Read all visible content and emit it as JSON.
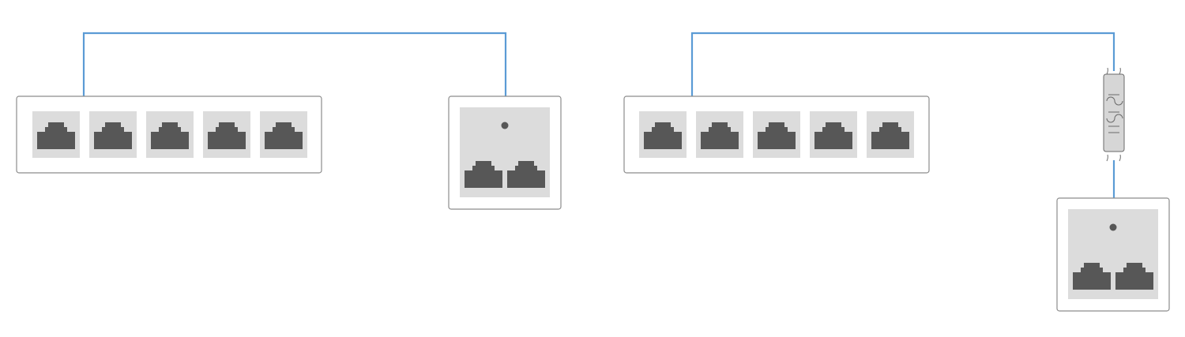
{
  "colors": {
    "cable": "#5b9bd5",
    "device_border": "#8c8c8c",
    "port_cell": "#dcdcdc",
    "jack": "#575757"
  },
  "left_setup": {
    "switch": {
      "port_count": 5
    },
    "wall_plate": {
      "port_count": 2,
      "indicator": "led-dot"
    },
    "connection": "direct-cable"
  },
  "right_setup": {
    "switch": {
      "port_count": 5
    },
    "inline_component": "cable-coupler",
    "wall_plate": {
      "port_count": 2,
      "indicator": "led-dot"
    },
    "connection": "cable-via-coupler"
  }
}
